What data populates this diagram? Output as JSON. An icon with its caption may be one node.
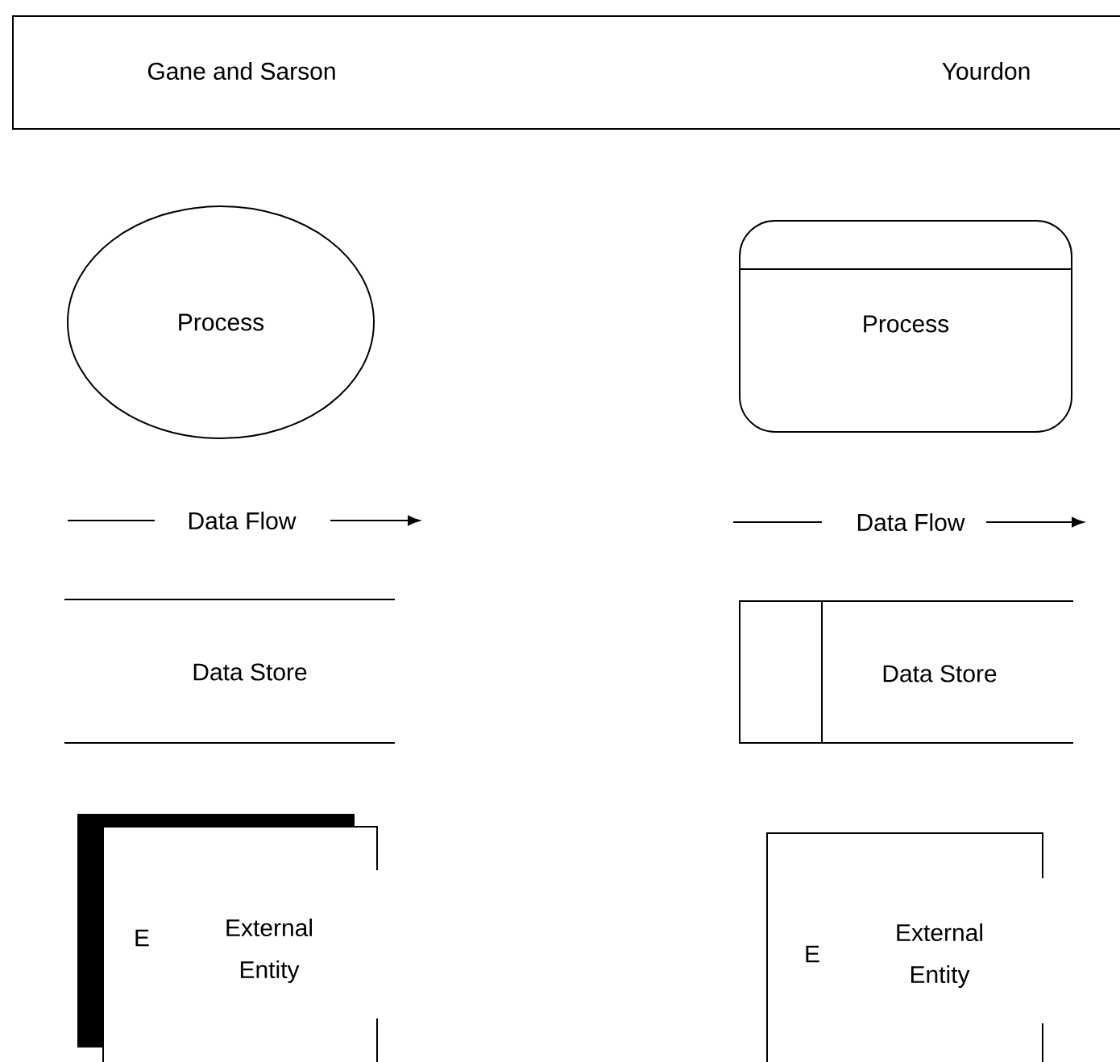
{
  "diagram": {
    "nodes": [
      {
        "text": [
          "Gane and Sarson",
          "Yourdon"
        ]
      },
      {
        "text": [
          "Process"
        ]
      },
      {
        "text": [
          "Process"
        ]
      },
      {
        "text": [
          "Data Store"
        ]
      },
      {
        "text": [
          "Data Store"
        ]
      },
      {
        "text": [
          "E",
          "External Entity"
        ]
      },
      {
        "text": [
          "E",
          "External Entity"
        ]
      }
    ],
    "labels": [
      "Data Flow",
      "Data Flow"
    ]
  }
}
